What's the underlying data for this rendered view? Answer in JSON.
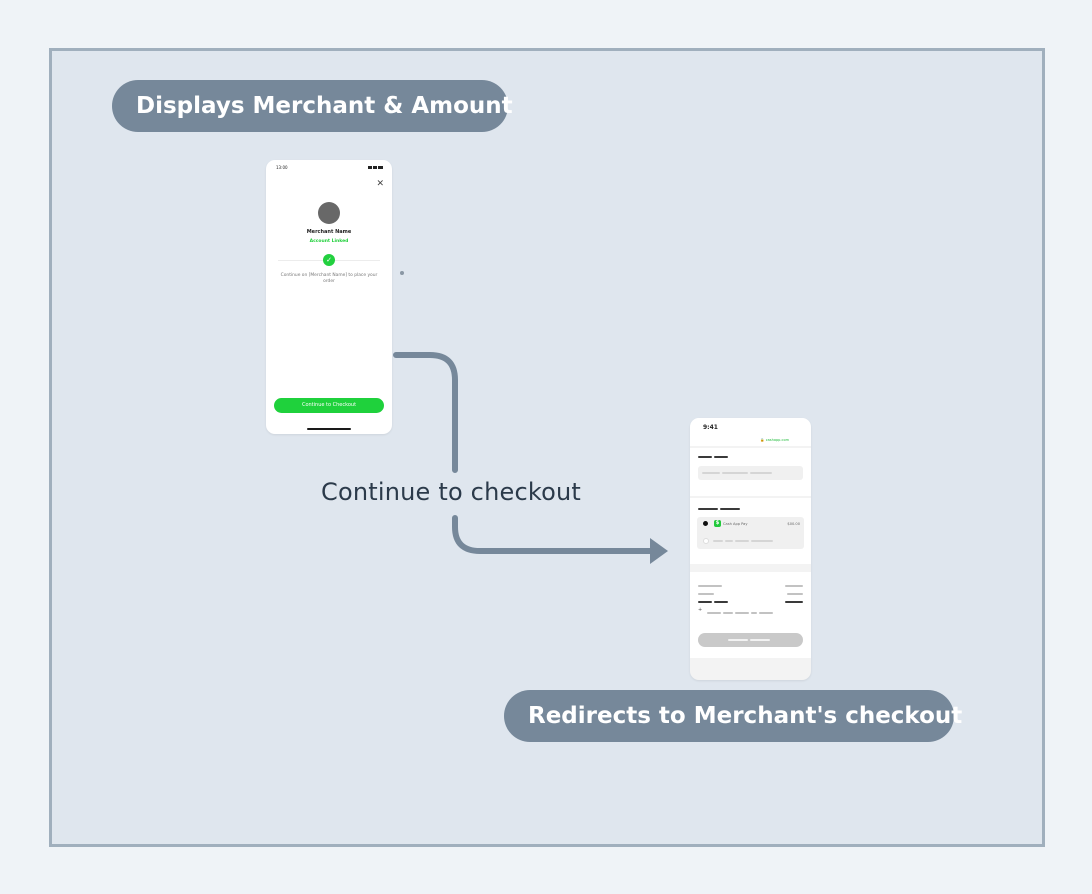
{
  "labels": {
    "top_pill": "Displays Merchant & Amount",
    "bottom_pill": "Redirects to Merchant's checkout",
    "connector": "Continue to checkout"
  },
  "phone1": {
    "time": "13:00",
    "close_glyph": "✕",
    "merchant_name": "Merchant Name",
    "account_status": "Account Linked",
    "check_glyph": "✓",
    "description": "Continue on [Merchant Name] to place your order",
    "cta_label": "Continue to Checkout"
  },
  "phone2": {
    "time": "9:41",
    "secure_label": "🔒 cashapp.com",
    "cashapp_glyph": "$",
    "payment_option": "Cash App Pay",
    "payment_amount": "$00.00"
  },
  "colors": {
    "background": "#eff3f7",
    "frame_fill": "#dfe6ee",
    "frame_border": "#a0afbd",
    "pill": "#76889a",
    "arrow": "#76889a",
    "brand_green": "#1fd13c"
  },
  "icons": {
    "close": "close-icon",
    "check": "check-circle-icon",
    "cashapp": "cash-app-icon",
    "lock": "lock-icon"
  }
}
